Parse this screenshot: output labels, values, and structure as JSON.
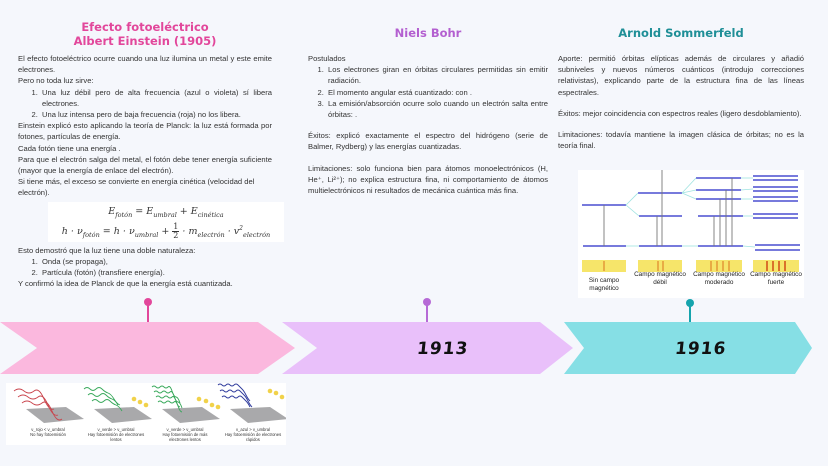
{
  "einstein": {
    "title_line1": "Efecto fotoeléctrico",
    "title_line2": "Albert Einstein (1905)",
    "p1": "El efecto fotoeléctrico ocurre cuando una luz ilumina un metal y este emite electrones.",
    "p2": "Pero no toda luz sirve:",
    "list1": [
      "Una luz débil pero de alta frecuencia (azul o violeta) sí libera electrones.",
      "Una luz intensa pero de baja frecuencia (roja) no los libera."
    ],
    "p3": "Einstein explicó esto aplicando la teoría de Planck: la luz está formada por fotones, partículas de energía.",
    "p4": "Cada fotón tiene una energía .",
    "p5": "Para que el electrón salga del metal, el fotón debe tener energía suficiente (mayor que la energía de enlace del electrón).",
    "p6": "Si tiene más, el exceso se convierte en energía cinética (velocidad del electrón).",
    "formula": {
      "line1_lhs": "E",
      "line1_lhs_sub": "fotón",
      "line1_eq": " = ",
      "line1_t1": "E",
      "line1_t1_sub": "umbral",
      "line1_plus": " + ",
      "line1_t2": "E",
      "line1_t2_sub": "cinética",
      "line2_lhs": "h · ν",
      "line2_lhs_sub": "fotón",
      "line2_eq": " = h · ν",
      "line2_t1_sub": "umbral",
      "line2_plus": " + ",
      "frac_num": "1",
      "frac_den": "2",
      "line2_mid": " · m",
      "line2_m_sub": "electrón",
      "line2_v": " · v",
      "line2_v_sup": "2",
      "line2_v_sub": "electrón"
    },
    "p7": "Esto demostró que la luz tiene una doble naturaleza:",
    "list2": [
      "Onda (se propaga),",
      "Partícula (fotón) (transfiere energía)."
    ],
    "p8": "Y confirmó la idea de Planck de que la energía está cuantizada.",
    "image_captions": [
      {
        "formula": "ν_rojo < ν_umbral",
        "text": "No hay fotoemisión"
      },
      {
        "formula": "ν_verde > ν_umbral",
        "text": "Hay fotoemisión de electrones lentos"
      },
      {
        "formula": "ν_verde > ν_umbral",
        "text": "Hay fotoemisión de más electrones lentos"
      },
      {
        "formula": "ν_azul > ν_umbral",
        "text": "Hay fotoemisión de electrones rápidos"
      }
    ]
  },
  "bohr": {
    "title": "Niels Bohr",
    "heading": "Postulados",
    "postulates": [
      "Los electrones giran en órbitas circulares permitidas sin emitir radiación.",
      "El momento angular está cuantizado:  con .",
      "La emisión/absorción ocurre solo cuando un electrón salta entre órbitas: ."
    ],
    "exitos": "Éxitos: explicó exactamente el espectro del hidrógeno (serie de Balmer, Rydberg) y las energías cuantizadas.",
    "limitaciones": "Limitaciones: solo funciona bien para átomos monoelectrónicos (H, He⁺, Li²⁺); no explica estructura fina, ni comportamiento de átomos multielectrónicos ni resultados de mecánica cuántica más fina."
  },
  "sommerfeld": {
    "title": "Arnold Sommerfeld",
    "aporte": "Aporte: permitió órbitas elípticas además de circulares y añadió subniveles y nuevos números cuánticos (introdujo correcciones relativistas), explicando parte de la estructura fina de las líneas espectrales.",
    "exitos": "Éxitos: mejor coincidencia con espectros reales (ligero desdoblamiento).",
    "limitaciones": "Limitaciones: todavía mantiene la imagen clásica de órbitas; no es la teoría final.",
    "diagram_captions": [
      "Sin campo magnético",
      "Campo magnético débil",
      "Campo magnético moderado",
      "Campo magnético fuerte"
    ]
  },
  "timeline": {
    "years": [
      "",
      "1913",
      "1916"
    ],
    "colors": {
      "pink": "#fbb8de",
      "purple": "#e9c0fa",
      "teal": "#86dfe5",
      "pin_pink": "#e2479b",
      "pin_purple": "#b66ad6",
      "pin_teal": "#16a4ad"
    }
  }
}
